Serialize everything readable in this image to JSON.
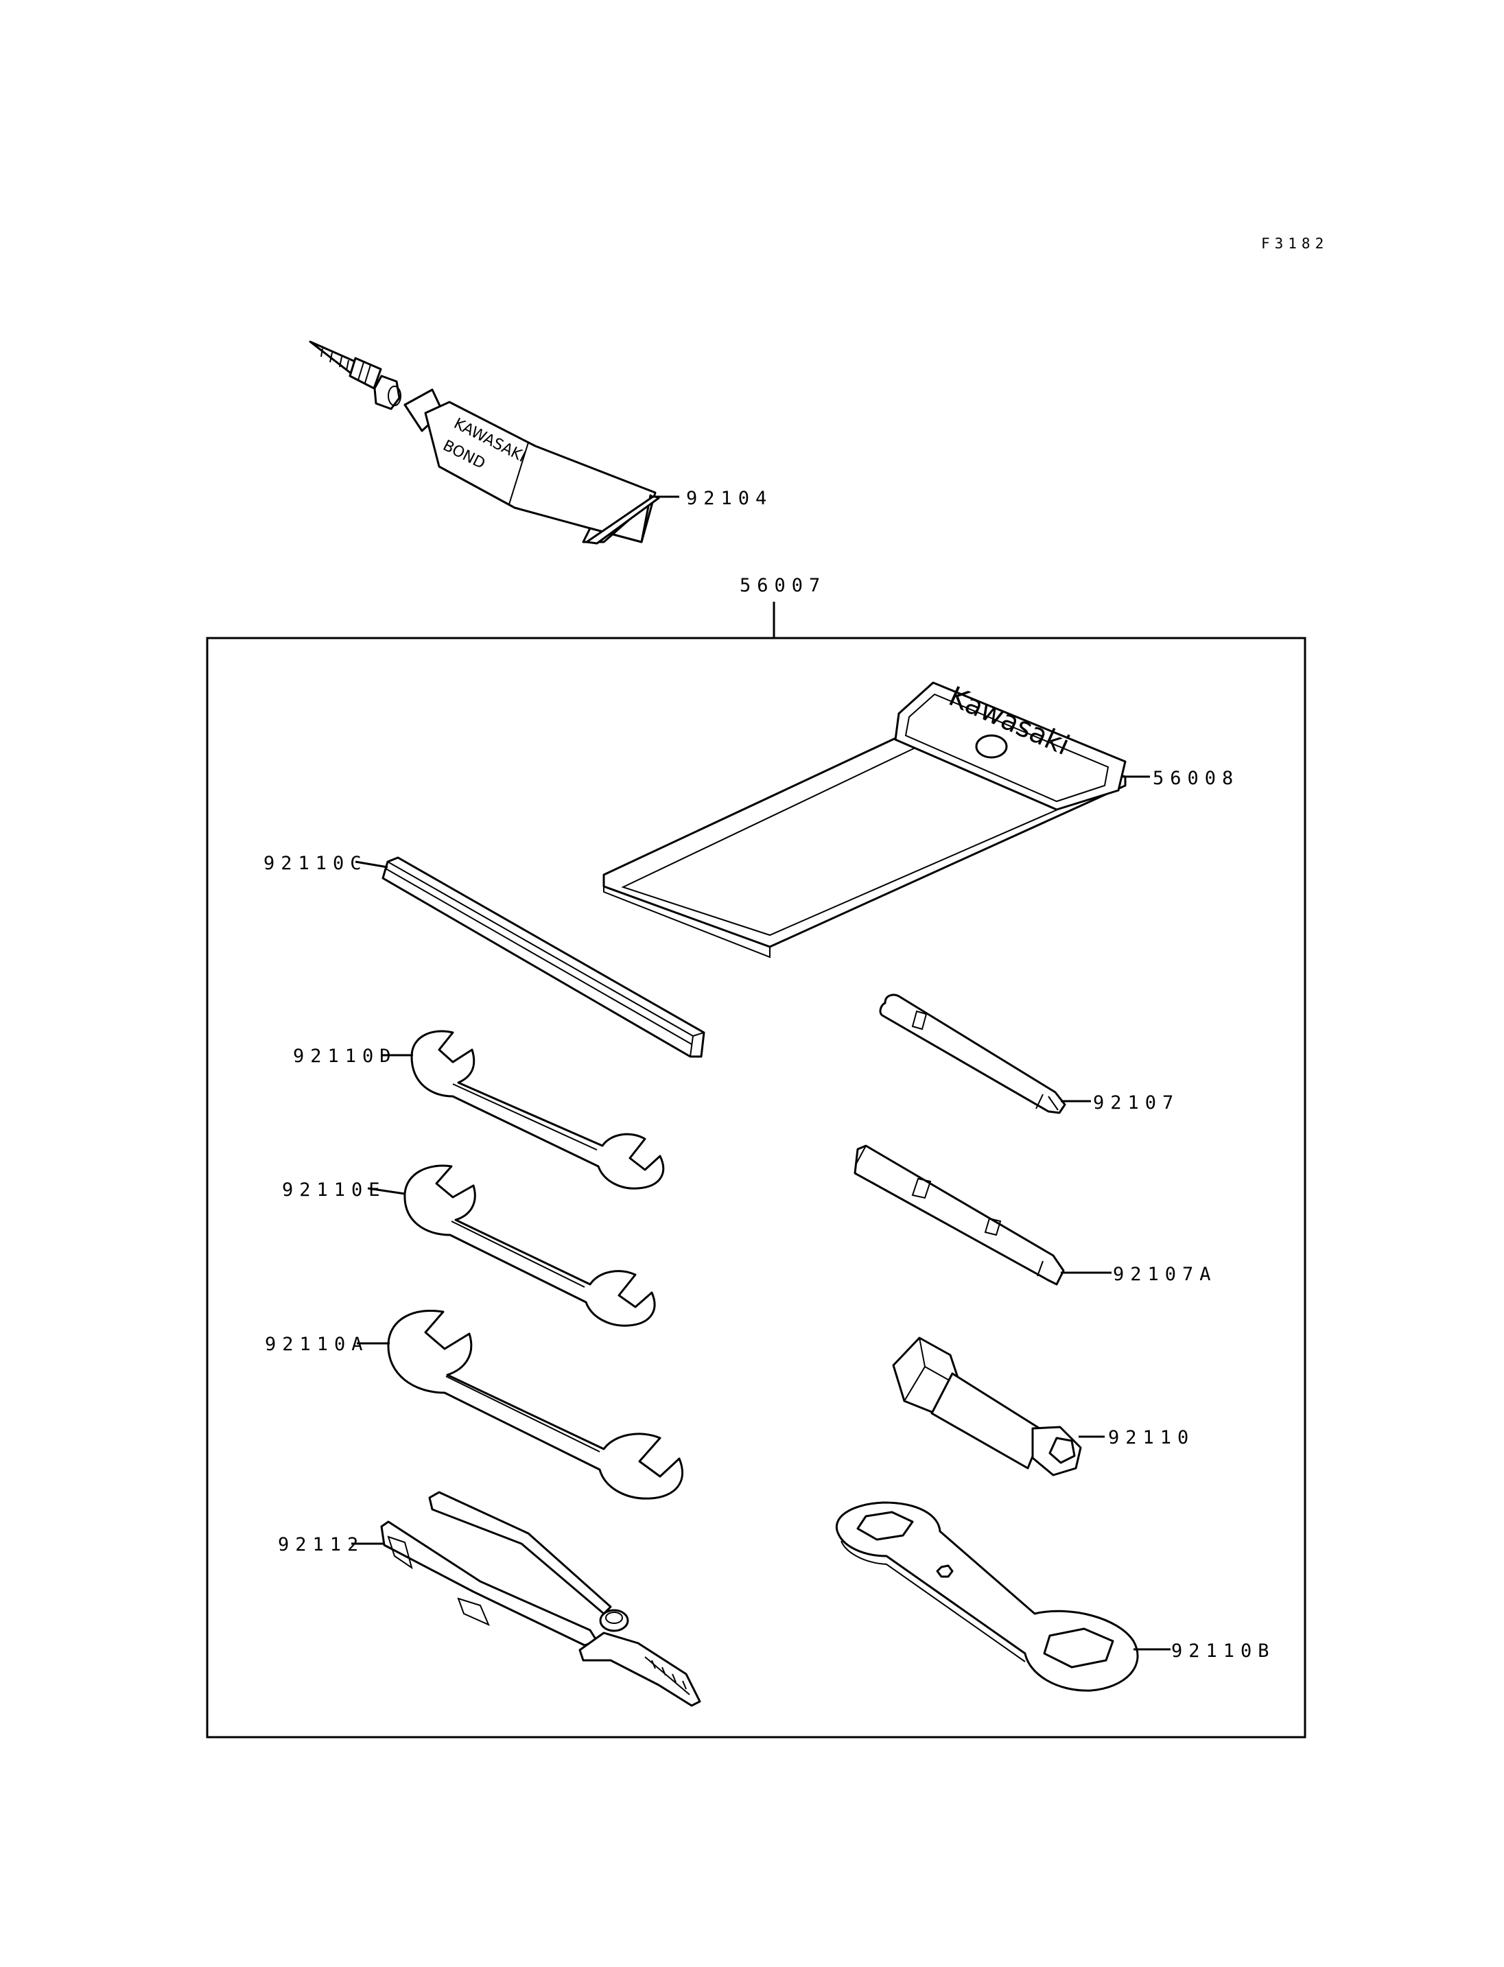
{
  "figure_code": "F3182",
  "kit_label": "56007",
  "parts": {
    "bond_tube": "92104",
    "tool_bag": "56008",
    "hex_bar": "92110C",
    "wrench_small": "92110D",
    "wrench_medium": "92110E",
    "wrench_large": "92110A",
    "pliers": "92112",
    "screwdriver_bit": "92107",
    "screwdriver_double": "92107A",
    "spark_plug_wrench": "92110",
    "box_wrench": "92110B"
  },
  "branding": {
    "tube_brand": "KAWASAKI",
    "tube_product": "BOND",
    "bag_brand": "Kawasaki"
  }
}
